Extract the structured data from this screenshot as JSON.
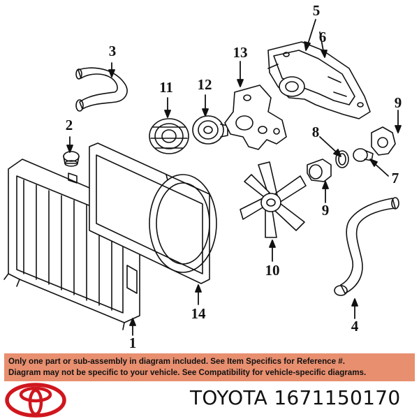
{
  "callouts": {
    "c1": "1",
    "c2": "2",
    "c3": "3",
    "c4": "4",
    "c5": "5",
    "c6": "6",
    "c7": "7",
    "c8": "8",
    "c9a": "9",
    "c9b": "9",
    "c10": "10",
    "c11": "11",
    "c12": "12",
    "c13": "13",
    "c14": "14"
  },
  "banner": {
    "line1": "Only one part or sub-assembly in diagram included. See Item Specifics for Reference #.",
    "line2": "Diagram may not be specific to your vehicle. See Compatibility for vehicle-specific diagrams."
  },
  "footer": {
    "brand": "TOYOTA",
    "part_number": "1671150170"
  },
  "colors": {
    "banner_bg": "#e88f6f",
    "logo_red": "#d0161e",
    "ink": "#111111"
  },
  "icons": {
    "logo": "toyota-logo-icon"
  }
}
